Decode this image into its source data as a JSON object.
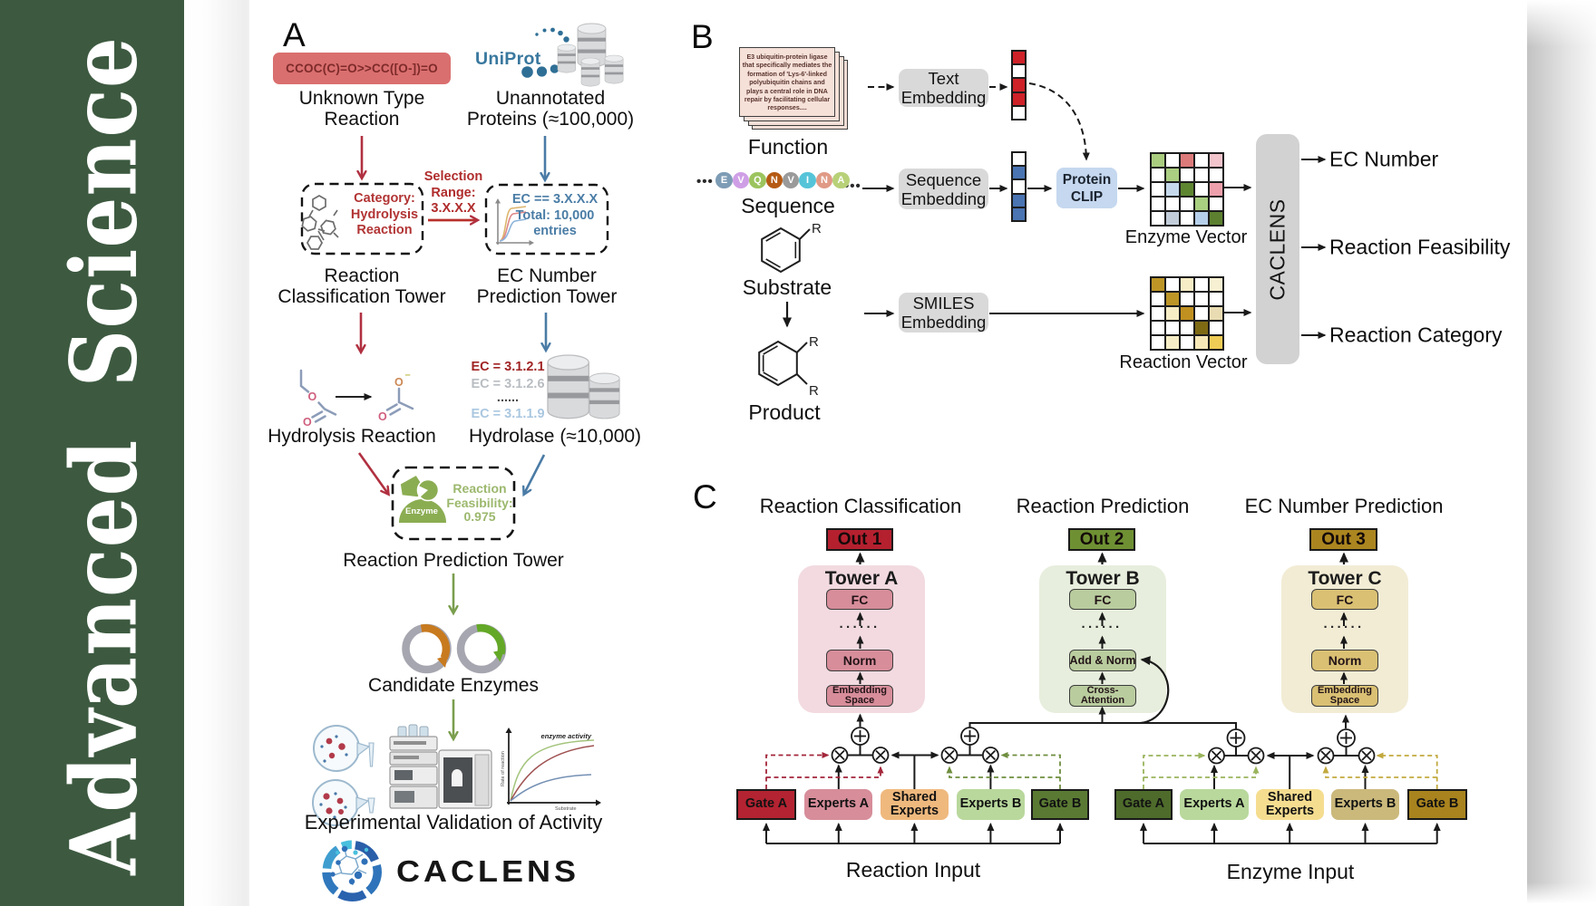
{
  "sidebar": {
    "journal_title": "Advanced Science",
    "bg_color": "#3d5a40"
  },
  "panelA": {
    "label": "A",
    "smiles_box": {
      "text": "CCOC(C)=O>>CC([O-])=O",
      "fill": "#da6f6f",
      "text_color": "#7e2a2a"
    },
    "unknown_type": [
      "Unknown Type",
      "Reaction"
    ],
    "uniprot": {
      "wordmark": "UniProt",
      "color": "#39789e"
    },
    "unannotated": [
      "Unannotated",
      "Proteins (≈100,000)"
    ],
    "selection_range": [
      "Selection",
      "Range:",
      "3.X.X.X"
    ],
    "selection_color": "#b02c2c",
    "category_box": [
      "Category:",
      "Hydrolysis",
      "Reaction"
    ],
    "category_color": "#b23434",
    "ec_box": [
      "EC == 3.X.X.X",
      "Total: 10,000",
      "entries"
    ],
    "ec_box_color": "#4a7da6",
    "classification_tower": [
      "Reaction",
      "Classification Tower"
    ],
    "prediction_tower": [
      "EC Number",
      "Prediction Tower"
    ],
    "hydrolysis_reaction": "Hydrolysis Reaction",
    "ec_list": [
      {
        "text": "EC = 3.1.2.1",
        "color": "#a02424"
      },
      {
        "text": "EC = 3.1.2.6",
        "color": "#b9bdc1"
      },
      {
        "text": "......",
        "color": "#4d4d4d"
      },
      {
        "text": "EC = 3.1.1.9",
        "color": "#aac7e0"
      }
    ],
    "hydrolase": "Hydrolase (≈10,000)",
    "enzyme_icon_label": "Enzyme",
    "feasibility": [
      "Reaction",
      "Feasibility:",
      "0.975"
    ],
    "feasibility_color": "#9cb86d",
    "reaction_prediction_tower": "Reaction Prediction Tower",
    "candidate_enzymes": "Candidate Enzymes",
    "experimental_validation": "Experimental Validation of Activity",
    "kinetics": {
      "title": "enzyme activity",
      "ylabel": "Rate of reaction",
      "xlabel": "Substrate"
    },
    "caclens_wordmark": "CACLENS",
    "arrow_colors": {
      "red": "#b03040",
      "blue": "#4a7ba6",
      "green": "#7a9e4e"
    }
  },
  "panelB": {
    "label": "B",
    "function_text": [
      "E3 ubiquitin-protein ligase",
      "that specifically mediates the",
      "formation of 'Lys-6'-linked",
      "polyubiquitin chains and",
      "plays a central role in DNA",
      "repair by facilitating cellular",
      "responses...."
    ],
    "function_caption": "Function",
    "ellipsis": "•••",
    "sequence_residues": [
      {
        "letter": "E",
        "color": "#7d9cb5"
      },
      {
        "letter": "V",
        "color": "#cf9fe6"
      },
      {
        "letter": "Q",
        "color": "#9cc45e"
      },
      {
        "letter": "N",
        "color": "#b55a14"
      },
      {
        "letter": "V",
        "color": "#9a9a9a"
      },
      {
        "letter": "I",
        "color": "#56c4d8"
      },
      {
        "letter": "N",
        "color": "#e09a86"
      },
      {
        "letter": "A",
        "color": "#b8d178"
      }
    ],
    "sequence_caption": "Sequence",
    "substrate_caption": "Substrate",
    "product_caption": "Product",
    "r_label": "R",
    "text_embedding": [
      "Text",
      "Embedding"
    ],
    "sequence_embedding": [
      "Sequence",
      "Embedding"
    ],
    "smiles_embedding": [
      "SMILES",
      "Embedding"
    ],
    "protein_clip": [
      "Protein",
      "CLIP"
    ],
    "text_vector_cells": [
      "#ce2128",
      "#ffffff",
      "#ce2128",
      "#ce2128",
      "#ffffff"
    ],
    "seq_vector_cells": [
      "#ffffff",
      "#4a74b2",
      "#ffffff",
      "#4a74b2",
      "#4a74b2"
    ],
    "enzyme_vector_grid": [
      [
        "#a9cc7f",
        "#ffffff",
        "#dd7a7a",
        "#ffffff",
        "#f2c4cc"
      ],
      [
        "#ffffff",
        "#abce82",
        "#ffffff",
        "#ffffff",
        "#ffffff"
      ],
      [
        "#ffffff",
        "#c6d9ec",
        "#5e8631",
        "#ffffff",
        "#eda0ab"
      ],
      [
        "#ffffff",
        "#ffffff",
        "#ffffff",
        "#a9cf80",
        "#ffffff"
      ],
      [
        "#ffffff",
        "#c2cdd9",
        "#ffffff",
        "#b6cfea",
        "#5c8030"
      ]
    ],
    "reaction_vector_grid": [
      [
        "#bd9527",
        "#ffffff",
        "#f6ecc5",
        "#ffffff",
        "#f8f0d2"
      ],
      [
        "#ffffff",
        "#bd9527",
        "#ffffff",
        "#ffffff",
        "#ffffff"
      ],
      [
        "#ffffff",
        "#f6ecc5",
        "#c09020",
        "#ffffff",
        "#e9dcb2"
      ],
      [
        "#ffffff",
        "#ffffff",
        "#ffffff",
        "#7f6a14",
        "#ffffff"
      ],
      [
        "#ffffff",
        "#f6ecc5",
        "#ffffff",
        "#f7e8b7",
        "#eecc55"
      ]
    ],
    "enzyme_vector_caption": "Enzyme Vector",
    "reaction_vector_caption": "Reaction Vector",
    "caclens_box_label": "CACLENS",
    "outputs": [
      "EC Number",
      "Reaction Feasibility",
      "Reaction Category"
    ]
  },
  "panelC": {
    "label": "C",
    "dots": "······",
    "columns": [
      {
        "header": "Reaction Classification",
        "out_label": "Out 1",
        "out_fill": "#b5202f",
        "tower_label": "Tower A",
        "tower_bg": "#f2dae0",
        "box_fill": "#d78d9a",
        "fc": "FC",
        "mid": "Norm",
        "bottom": [
          "Embedding",
          "Space"
        ]
      },
      {
        "header": "Reaction Prediction",
        "out_label": "Out 2",
        "out_fill": "#6e9033",
        "tower_label": "Tower B",
        "tower_bg": "#e7eedd",
        "box_fill": "#b9cc9e",
        "fc": "FC",
        "mid": "Add & Norm",
        "bottom": [
          "Cross-",
          "Attention"
        ]
      },
      {
        "header": "EC Number Prediction",
        "out_label": "Out 3",
        "out_fill": "#ab851f",
        "tower_label": "Tower C",
        "tower_bg": "#f2ecd5",
        "box_fill": "#d9c073",
        "fc": "FC",
        "mid": "Norm",
        "bottom": [
          "Embedding",
          "Space"
        ]
      }
    ],
    "moe_groups": [
      {
        "caption": "Reaction Input",
        "gate_a": {
          "label": "Gate A",
          "fill": "#b42331"
        },
        "experts_a": {
          "label": "Experts A",
          "fill": "#d78d9a"
        },
        "shared": {
          "label": [
            "Shared",
            "Experts"
          ],
          "fill": "#efb97e"
        },
        "experts_b": {
          "label": "Experts B",
          "fill": "#b9d89c"
        },
        "gate_b": {
          "label": "Gate B",
          "fill": "#5a7a33"
        },
        "gate_a_dash": "#a3263b",
        "gate_b_dash": "#6f8e3f"
      },
      {
        "caption": "Enzyme Input",
        "gate_a": {
          "label": "Gate A",
          "fill": "#4e6b2b"
        },
        "experts_a": {
          "label": "Experts A",
          "fill": "#b9d89c"
        },
        "shared": {
          "label": [
            "Shared",
            "Experts"
          ],
          "fill": "#f5dd90"
        },
        "experts_b": {
          "label": "Experts B",
          "fill": "#cbb97c"
        },
        "gate_b": {
          "label": "Gate B",
          "fill": "#a8831e"
        },
        "gate_a_dash": "#9ab45c",
        "gate_b_dash": "#c2a93e"
      }
    ]
  }
}
